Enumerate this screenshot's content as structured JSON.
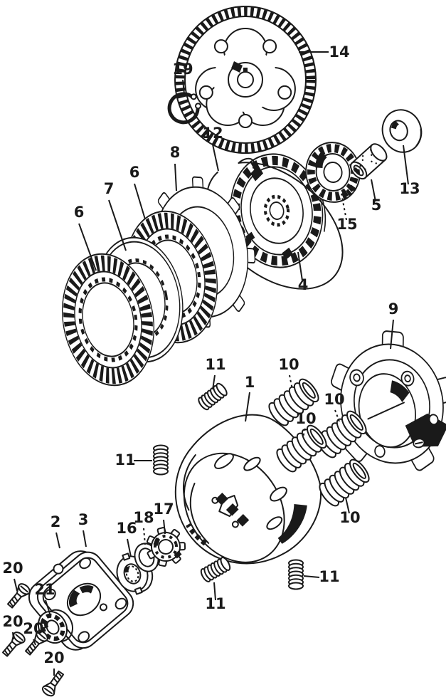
{
  "figure": {
    "description": "Exploded parts diagram of a clutch assembly, black line art on white",
    "colors": {
      "ink": "#1a1a1a",
      "paper": "#ffffff"
    }
  },
  "callouts": [
    {
      "label": "19"
    },
    {
      "label": "14"
    },
    {
      "label": "12"
    },
    {
      "label": "8"
    },
    {
      "label": "6"
    },
    {
      "label": "7"
    },
    {
      "label": "6"
    },
    {
      "label": "13"
    },
    {
      "label": "5"
    },
    {
      "label": "15"
    },
    {
      "label": "4"
    },
    {
      "label": "9"
    },
    {
      "label": "1"
    },
    {
      "label": "11"
    },
    {
      "label": "10"
    },
    {
      "label": "10"
    },
    {
      "label": "10"
    },
    {
      "label": "10"
    },
    {
      "label": "11"
    },
    {
      "label": "11"
    },
    {
      "label": "11"
    },
    {
      "label": "2"
    },
    {
      "label": "3"
    },
    {
      "label": "16"
    },
    {
      "label": "18"
    },
    {
      "label": "17"
    },
    {
      "label": "21"
    },
    {
      "label": "20"
    },
    {
      "label": "20"
    },
    {
      "label": "20"
    },
    {
      "label": "20"
    }
  ]
}
